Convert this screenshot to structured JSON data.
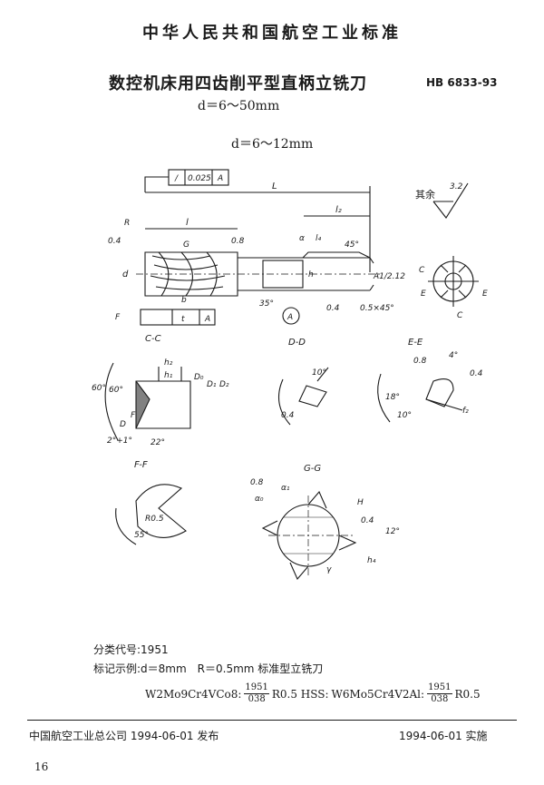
{
  "header": {
    "organization": "中华人民共和国航空工业标准",
    "title": "数控机床用四齿削平型直柄立铣刀",
    "standard_no": "HB 6833-93",
    "range_main": "d＝6～50mm"
  },
  "drawing": {
    "range_sub": "d＝6～12mm",
    "tolerance_frame": [
      "/",
      "0.025",
      "A"
    ],
    "frame_t": "t",
    "frame_a": "A",
    "dim_L": "L",
    "dim_l": "l",
    "dim_l2": "l₂",
    "dim_l4": "l₄",
    "dim_d": "d",
    "dim_h": "h",
    "label_R": "R",
    "label_G": "G",
    "label_F": "F",
    "label_C": "C",
    "label_E": "E",
    "label_b": "b",
    "label_alpha": "α",
    "angle_45": "45°",
    "angle_35": "35°",
    "ra_04": "0.4",
    "ra_08": "0.8",
    "chamfer": "0.5×45°",
    "taper": "A1/2.12",
    "datum_A": "A",
    "roughness_rest": "其余",
    "roughness_rest_value": "3.2",
    "section_cc": "C-C",
    "section_dd": "D-D",
    "section_ee": "E-E",
    "section_ff": "F-F",
    "section_gg": "G-G",
    "cc_h2": "h₂",
    "cc_h1": "h₁",
    "cc_d0": "D₀",
    "cc_d1": "D₁",
    "cc_d2": "D₂",
    "cc_angle1": "60°",
    "cc_angle2": "60°",
    "cc_angle3": "2°+1°",
    "cc_angle4": "22°",
    "cc_D": "D",
    "cc_F": "F",
    "dd_angle": "10°",
    "ee_angle1": "4°",
    "ee_angle2": "18°",
    "ee_angle3": "10°",
    "ee_f2": "f₂",
    "ff_r": "R0.5",
    "ff_angle": "55°",
    "gg_alpha0": "α₀",
    "gg_alpha1": "α₁",
    "gg_angle": "12°",
    "gg_H": "H",
    "gg_h4": "h₄",
    "gg_gamma": "γ"
  },
  "notes": {
    "classification": "分类代号:1951",
    "marking_example": "标记示例:d＝8mm　R＝0.5mm 标准型立铣刀",
    "formula_a_material": "W2Mo9Cr4VCo8:",
    "formula_a_num": "1951",
    "formula_a_den": "038",
    "formula_a_tail": "R0.5 HSS:",
    "formula_b_material": "W6Mo5Cr4V2Al:",
    "formula_b_num": "1951",
    "formula_b_den": "038",
    "formula_b_tail": "R0.5"
  },
  "footer": {
    "issued": "中国航空工业总公司 1994-06-01 发布",
    "effective": "1994-06-01 实施",
    "page_number": "16"
  }
}
